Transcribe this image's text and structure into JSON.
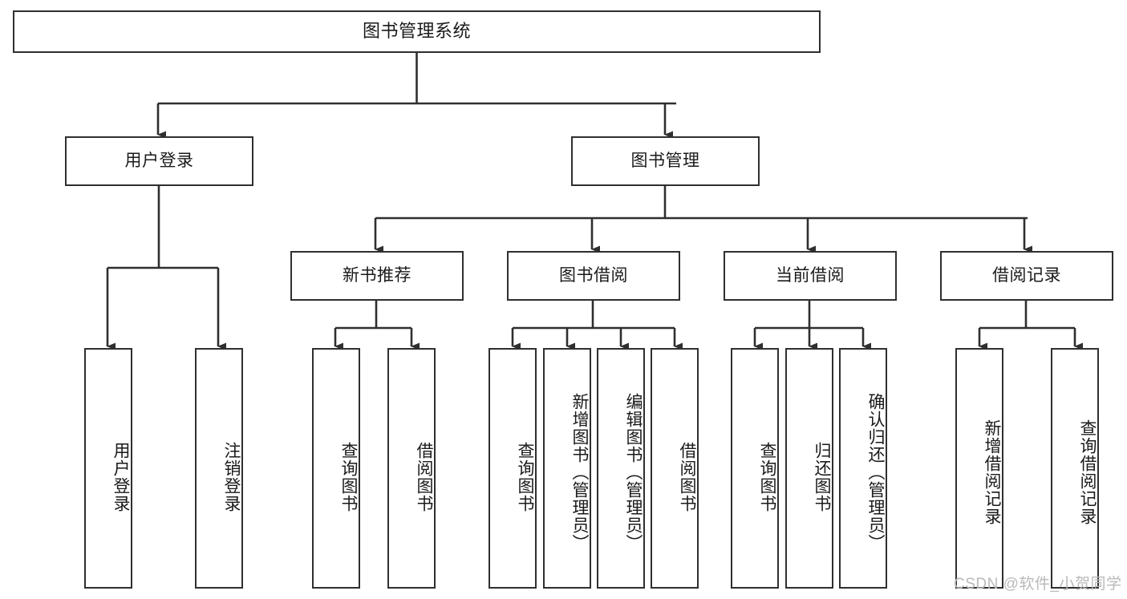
{
  "diagram": {
    "title": "图书管理系统",
    "type": "tree",
    "watermark": "CSDN @软件_小贺同学",
    "colors": {
      "border": "#2f2f2f",
      "background": "#ffffff",
      "text": "#1a1a1a",
      "watermark": "#b9b9b9"
    },
    "levels": {
      "root": "图书管理系统",
      "level2": [
        "用户登录",
        "图书管理"
      ],
      "level3": [
        "新书推荐",
        "图书借阅",
        "当前借阅",
        "借阅记录"
      ]
    },
    "nodes": {
      "root": "图书管理系统",
      "user_login": "用户登录",
      "book_manage": "图书管理",
      "new_book_rec": "新书推荐",
      "book_borrow": "图书借阅",
      "current_borrow": "当前借阅",
      "borrow_record": "借阅记录",
      "leaf_user_login": "用户登录",
      "leaf_logout": "注销登录",
      "leaf_query_book_1": "查询图书",
      "leaf_borrow_book_1": "借阅图书",
      "leaf_query_book_2": "查询图书",
      "leaf_add_book": "新增图书（管理员）",
      "leaf_edit_book": "编辑图书（管理员）",
      "leaf_borrow_book_2": "借阅图书",
      "leaf_query_book_3": "查询图书",
      "leaf_return_book": "归还图书",
      "leaf_confirm_return": "确认归还（管理员）",
      "leaf_add_record": "新增借阅记录",
      "leaf_query_record": "查询借阅记录"
    },
    "tree": [
      {
        "label": "图书管理系统",
        "children": [
          {
            "label": "用户登录",
            "children": [
              {
                "label": "用户登录"
              },
              {
                "label": "注销登录"
              }
            ]
          },
          {
            "label": "图书管理",
            "children": [
              {
                "label": "新书推荐",
                "children": [
                  {
                    "label": "查询图书"
                  },
                  {
                    "label": "借阅图书"
                  }
                ]
              },
              {
                "label": "图书借阅",
                "children": [
                  {
                    "label": "查询图书"
                  },
                  {
                    "label": "新增图书（管理员）"
                  },
                  {
                    "label": "编辑图书（管理员）"
                  },
                  {
                    "label": "借阅图书"
                  }
                ]
              },
              {
                "label": "当前借阅",
                "children": [
                  {
                    "label": "查询图书"
                  },
                  {
                    "label": "归还图书"
                  },
                  {
                    "label": "确认归还（管理员）"
                  }
                ]
              },
              {
                "label": "借阅记录",
                "children": [
                  {
                    "label": "新增借阅记录"
                  },
                  {
                    "label": "查询借阅记录"
                  }
                ]
              }
            ]
          }
        ]
      }
    ]
  }
}
